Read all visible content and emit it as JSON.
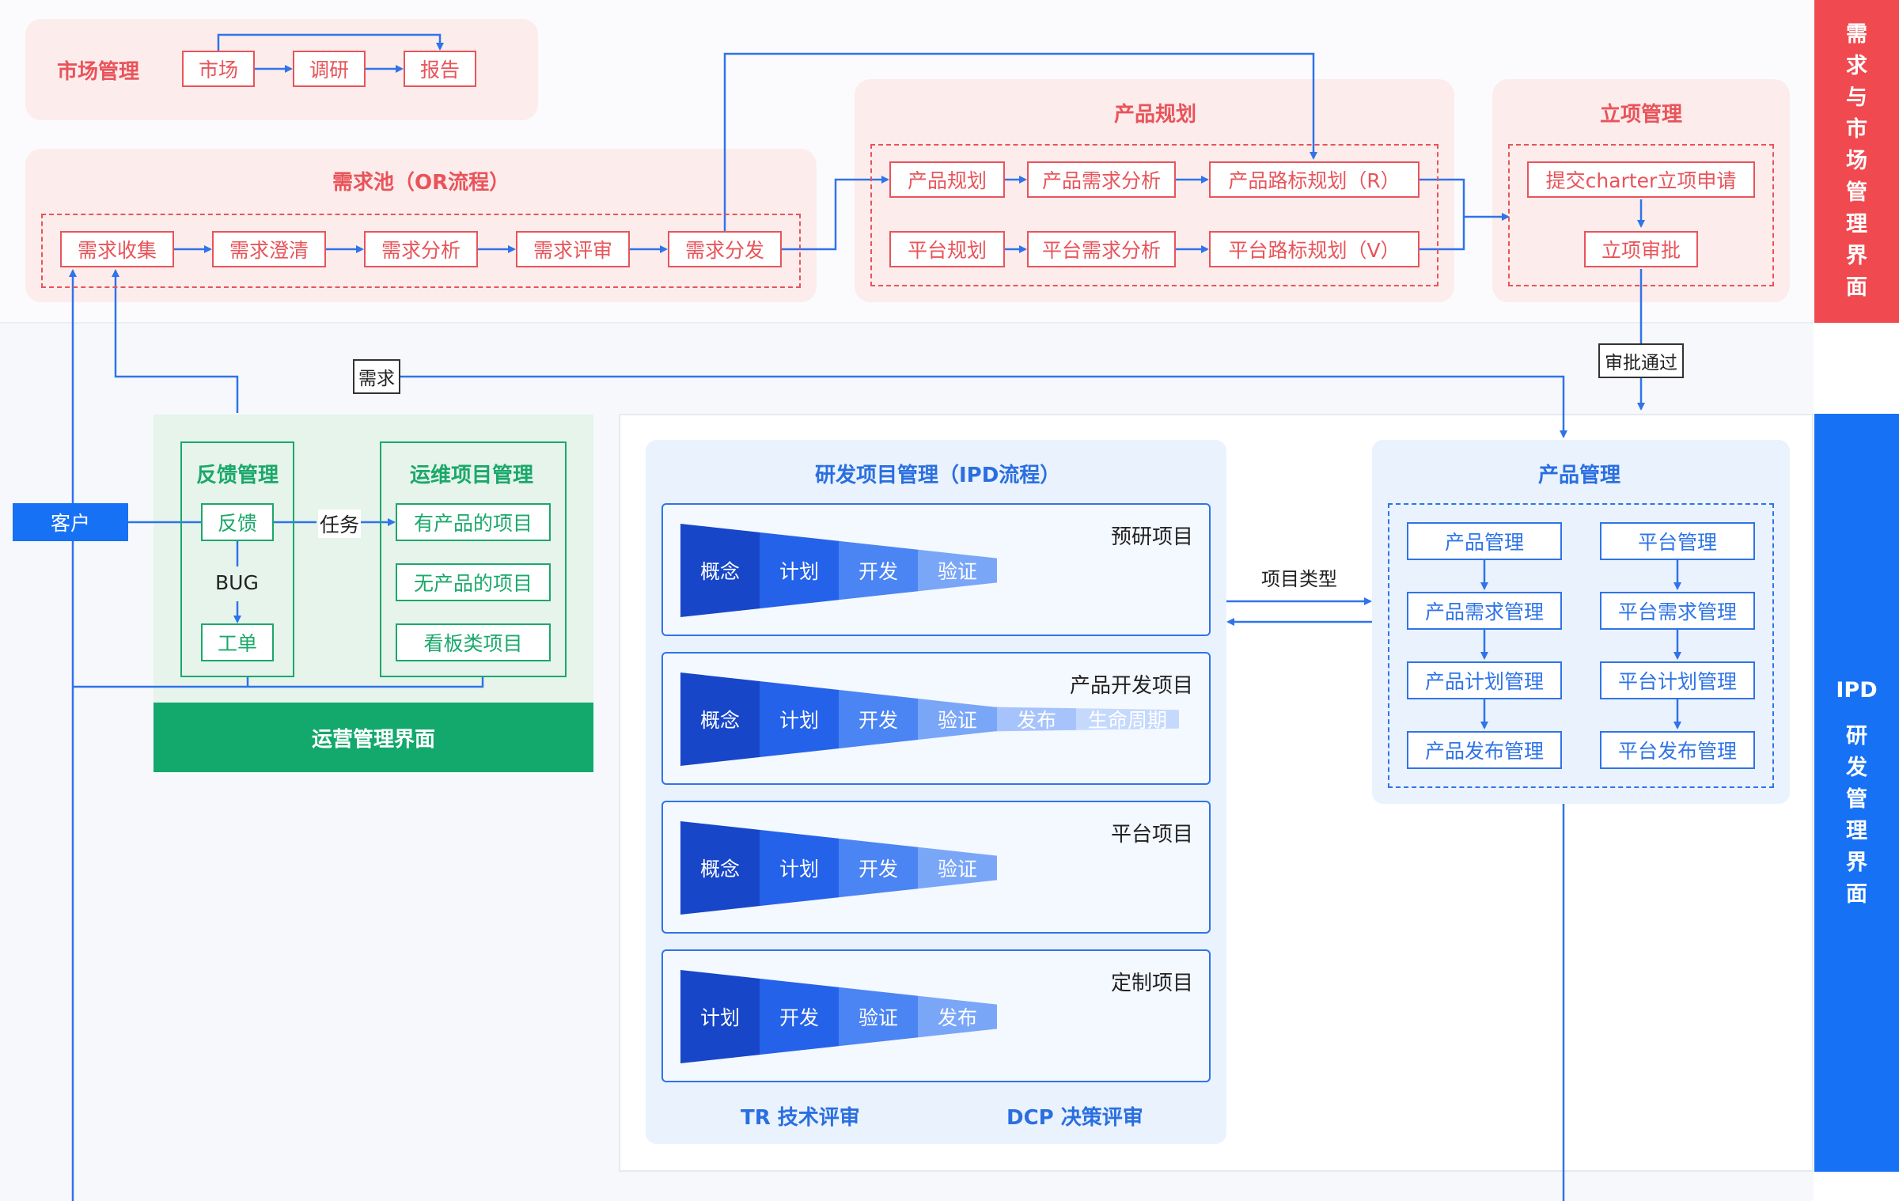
{
  "market": {
    "title": "市场管理",
    "boxes": [
      "市场",
      "调研",
      "报告"
    ]
  },
  "pool": {
    "title": "需求池（OR流程）",
    "boxes": [
      "需求收集",
      "需求澄清",
      "需求分析",
      "需求评审",
      "需求分发"
    ]
  },
  "planning": {
    "title": "产品规划",
    "row1": [
      "产品规划",
      "产品需求分析",
      "产品路标规划（R）"
    ],
    "row2": [
      "平台规划",
      "平台需求分析",
      "平台路标规划（V）"
    ]
  },
  "approval": {
    "title": "立项管理",
    "submit": "提交charter立项申请",
    "approve": "立项审批",
    "passed": "审批通过"
  },
  "sidebar_top": [
    "需",
    "求",
    "与",
    "市",
    "场",
    "管",
    "理",
    "界",
    "面"
  ],
  "sidebar_bottom": {
    "head": "IPD",
    "chars": [
      "研",
      "发",
      "管",
      "理",
      "界",
      "面"
    ]
  },
  "ops": {
    "customer": "客户",
    "demand": "需求",
    "task": "任务",
    "feedback_title": "反馈管理",
    "feedback": "反馈",
    "bug": "BUG",
    "ticket": "工单",
    "ops_title": "运维项目管理",
    "ops_items": [
      "有产品的项目",
      "无产品的项目",
      "看板类项目"
    ],
    "footer": "运营管理界面"
  },
  "rd": {
    "title": "研发项目管理（IPD流程）",
    "projects": [
      {
        "name": "预研项目",
        "stages": [
          "概念",
          "计划",
          "开发",
          "验证"
        ]
      },
      {
        "name": "产品开发项目",
        "stages": [
          "概念",
          "计划",
          "开发",
          "验证",
          "发布",
          "生命周期"
        ]
      },
      {
        "name": "平台项目",
        "stages": [
          "概念",
          "计划",
          "开发",
          "验证"
        ]
      },
      {
        "name": "定制项目",
        "stages": [
          "计划",
          "开发",
          "验证",
          "发布"
        ]
      }
    ],
    "tr": "TR 技术评审",
    "dcp": "DCP 决策评审",
    "project_type": "项目类型"
  },
  "product": {
    "title": "产品管理",
    "left": [
      "产品管理",
      "产品需求管理",
      "产品计划管理",
      "产品发布管理"
    ],
    "right": [
      "平台管理",
      "平台需求管理",
      "平台计划管理",
      "平台发布管理"
    ]
  },
  "colors": {
    "red": "#e8545a",
    "green": "#1ba86a",
    "blue": "#2f74e8",
    "sidebar_red": "#f0494f",
    "sidebar_blue": "#1671f5"
  }
}
